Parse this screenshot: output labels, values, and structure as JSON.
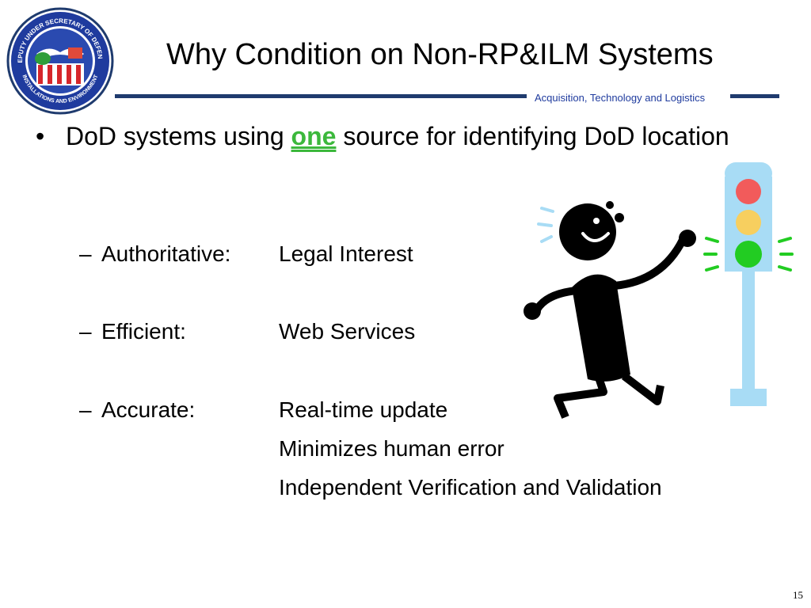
{
  "slide": {
    "title": "Why Condition on Non-RP&ILM Systems",
    "tagline": "Acquisition, Technology and Logistics",
    "page_number": "15"
  },
  "seal": {
    "ring_text_top": "DEPUTY UNDER SECRETARY OF DEFENSE",
    "ring_text_bottom": "INSTALLATIONS AND ENVIRONMENT"
  },
  "main_bullet": {
    "marker": "•",
    "before": "DoD systems using ",
    "emphasis": "one",
    "after": " source for identifying DoD location"
  },
  "sub_items": [
    {
      "marker": "–",
      "term": "Authoritative:",
      "values": [
        "Legal Interest"
      ]
    },
    {
      "marker": "–",
      "term": "Efficient:",
      "values": [
        "Web Services"
      ]
    },
    {
      "marker": "–",
      "term": "Accurate:",
      "values": [
        "Real-time update",
        "Minimizes human error",
        "Independent Verification and Validation"
      ]
    }
  ],
  "colors": {
    "rule": "#1f3b6e",
    "tagline": "#1f3b9e",
    "emphasis": "#3cb83c",
    "light_red": "#f25b5b",
    "light_yellow": "#f7cf5f",
    "light_green": "#22cc22",
    "pole": "#a8dcf5"
  },
  "icons": [
    "dod-seal-icon",
    "running-figure-icon",
    "traffic-light-icon"
  ]
}
